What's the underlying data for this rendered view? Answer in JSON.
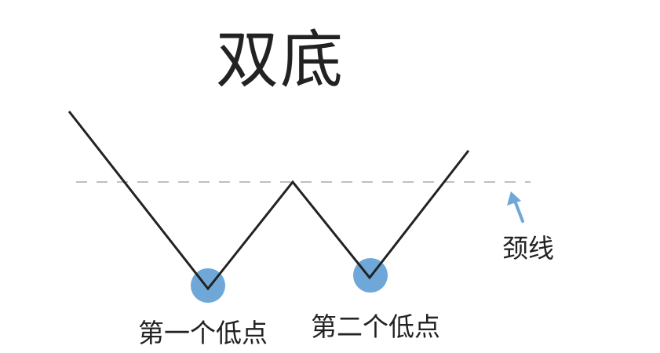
{
  "title": "双底",
  "labels": {
    "neckline": "颈线",
    "first_low": "第一个低点",
    "second_low": "第二个低点"
  },
  "colors": {
    "line": "#222222",
    "neckline": "#aaaaaa",
    "highlight": "#6fa8d8",
    "arrow": "#6fa8d8"
  }
}
